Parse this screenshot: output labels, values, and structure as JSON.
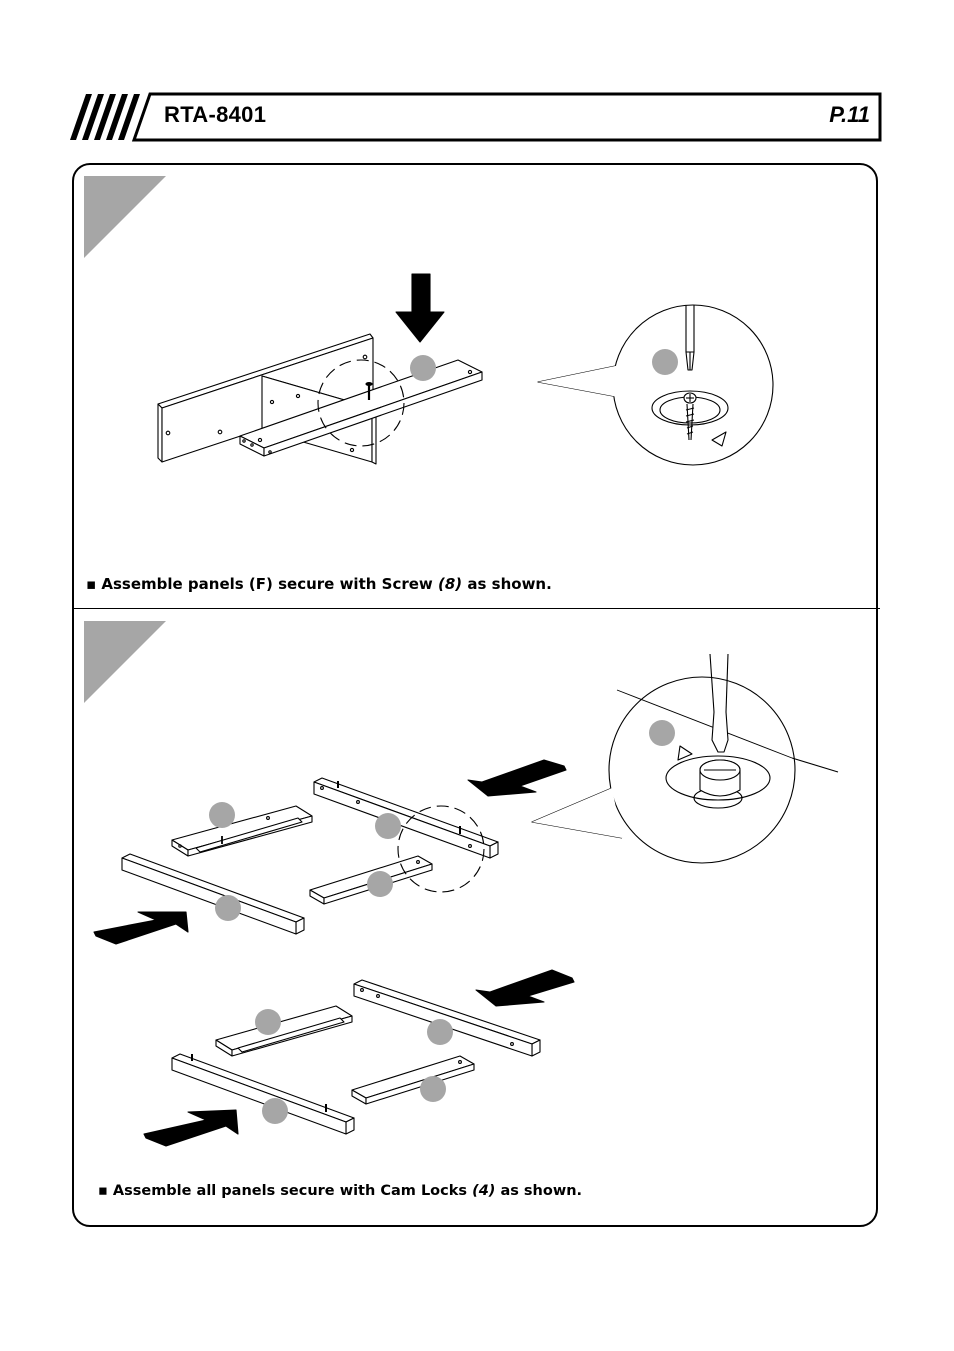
{
  "header": {
    "model": "RTA-8401",
    "page": "P.11"
  },
  "steps": [
    {
      "caption_prefix": "▪ Assemble  panels (F) secure with Screw ",
      "caption_qty": "(8)",
      "caption_suffix": " as shown."
    },
    {
      "caption_prefix": "▪ Assemble  all panels secure with Cam Locks ",
      "caption_qty": "(4)",
      "caption_suffix": " as shown."
    }
  ],
  "icons": [
    "arrow-icon",
    "screwdriver-icon",
    "screw-icon",
    "cam-lock-icon",
    "rotate-icon"
  ]
}
